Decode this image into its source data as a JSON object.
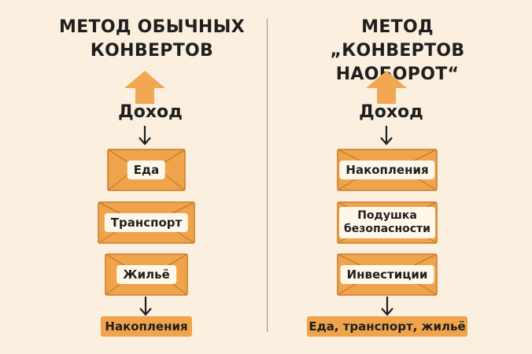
{
  "colors": {
    "background": "#fbf0df",
    "envelope": "#efa44c",
    "envelope_edge": "#c97b2a",
    "arrow": "#f2a852",
    "label_bg": "#fff7ea"
  },
  "left": {
    "title_line1": "МЕТОД ОБЫЧНЫХ",
    "title_line2": "КОНВЕРТОВ",
    "income": "Доход",
    "envelopes": [
      "Еда",
      "Транспорт",
      "Жильё"
    ],
    "result": "Накопления"
  },
  "right": {
    "title_line1": "МЕТОД",
    "title_line2": "„КОНВЕРТОВ НАОБОРОТ“",
    "income": "Доход",
    "envelopes": [
      "Накопления",
      "Подушка безопасности",
      "Инвестиции"
    ],
    "envelope_2_line1": "Подушка",
    "envelope_2_line2": "безопасности",
    "result": "Еда, транспорт, жильё"
  },
  "icons": [
    "up-arrow-icon",
    "down-arrow-icon",
    "envelope-icon"
  ]
}
